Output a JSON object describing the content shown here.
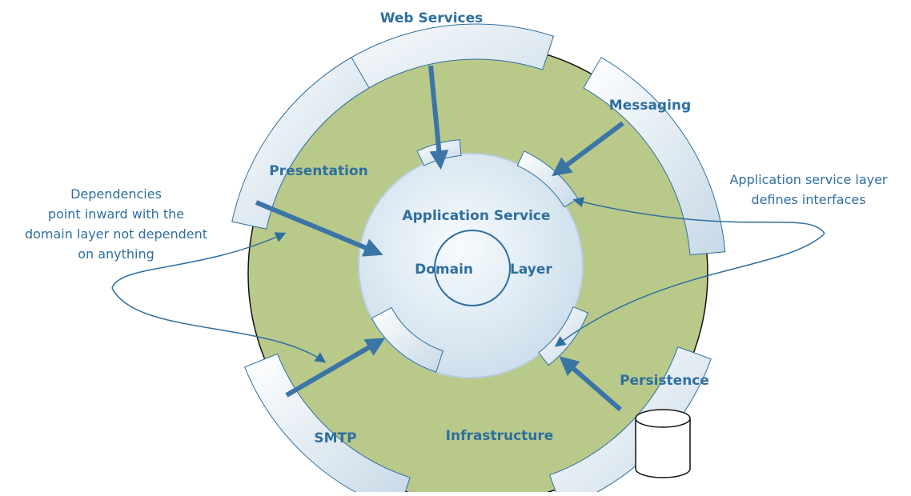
{
  "colors": {
    "ring": "#b8c98a",
    "inner_start": "#f7fbfd",
    "inner_end": "#c9dcea",
    "accent": "#2f6f9e",
    "outline": "#111111",
    "arrow": "#3a75a6"
  },
  "labels": {
    "web_services": "Web Services",
    "messaging": "Messaging",
    "presentation": "Presentation",
    "application_service": "Application Service",
    "domain": "Domain",
    "layer": "Layer",
    "persistence": "Persistence",
    "smtp": "SMTP",
    "infrastructure": "Infrastructure"
  },
  "notes": {
    "left": [
      "Dependencies",
      "point inward with the",
      "domain layer not dependent",
      "on anything"
    ],
    "right": [
      "Application service layer",
      "defines interfaces"
    ]
  },
  "icons": [
    "database-cylinder-icon"
  ]
}
